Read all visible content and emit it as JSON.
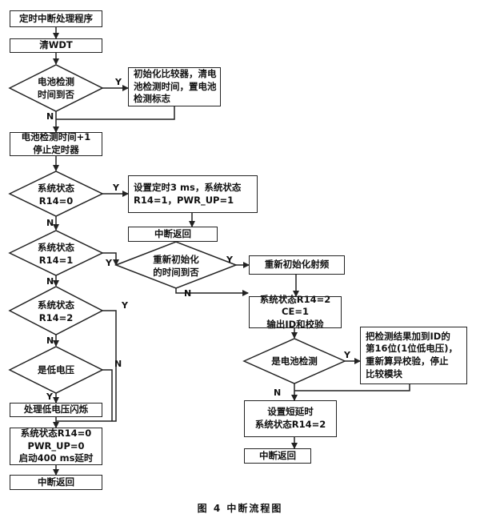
{
  "caption": "图 4   中断流程图",
  "boxes": {
    "start": "定时中断处理程序",
    "clear_wdt": "清WDT",
    "init_comparator": "初始化比较器，清电\n池检测时间，置电池\n检测标志",
    "battery_time_inc": "电池检测时间+1\n停止定时器",
    "set_timer": "设置定时3 ms，系统状态\nR14=1，PWR_UP=1",
    "return_1": "中断返回",
    "reinit_rf": "重新初始化射频",
    "state2_output": "系统状态R14=2\nCE=1\n输出ID和校验",
    "add_result": "把检测结果加到ID的\n第16位(1位低电压)，\n重新算异校验，停止\n比较模块",
    "set_short_delay": "设置短延时\n系统状态R14=2",
    "return_2": "中断返回",
    "low_voltage_flash": "处理低电压闪烁",
    "state0_delay": "系统状态R14=0\nPWR_UP=0\n启动400 ms延时",
    "return_3": "中断返回"
  },
  "decisions": {
    "battery_check_time": "电池检测\n时间到否",
    "state_r14_0": "系统状态\nR14=0",
    "state_r14_1": "系统状态\nR14=1",
    "reinit_time": "重新初始化\n的时间到否",
    "state_r14_2": "系统状态\nR14=2",
    "is_battery_check": "是电池检测",
    "is_low_voltage": "是低电压"
  },
  "branch_labels": {
    "yes": "Y",
    "no": "N"
  }
}
